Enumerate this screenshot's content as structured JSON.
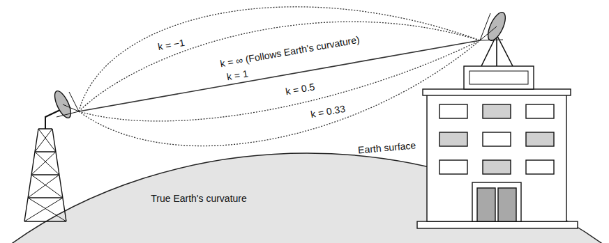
{
  "diagram": {
    "labels": [
      "k = −1",
      "k = ∞ (Follows Earth's curvature)",
      "k = 1",
      "k = 0.5",
      "k = 0.33",
      "Earth surface",
      "True Earth's curvature"
    ]
  }
}
